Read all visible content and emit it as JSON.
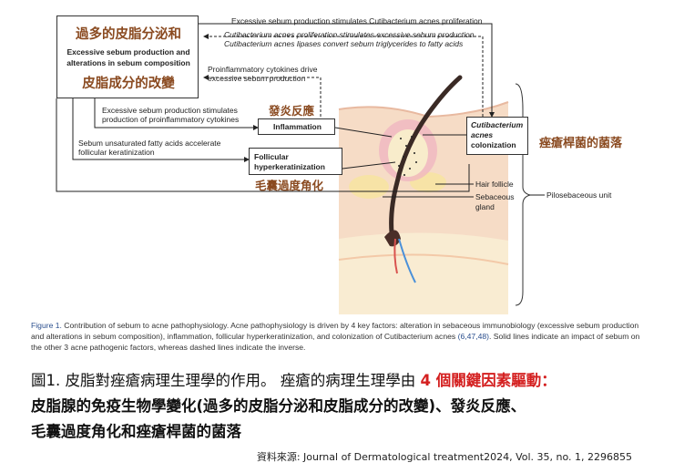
{
  "diagram": {
    "left_box": {
      "title_cn": "過多的皮脂分泌和",
      "line1": "Excessive sebum production and",
      "line2": "alterations in sebum composition",
      "subtitle_cn": "皮脂成分的改變"
    },
    "arrows": {
      "top1": "Excessive sebum production stimulates Cutibacterium acnes proliferation",
      "top2a": "Cutibacterium acnes proliferation stimulates excessive sebum production",
      "top2b": "Cutibacterium acnes lipases convert sebum triglycerides to fatty acids",
      "mid1a": "Proinflammatory cytokines drive",
      "mid1b": "excessive sebum production",
      "mid2a": "Excessive sebum production stimulates",
      "mid2b": "production of proinflammatory cytokines",
      "low1a": "Sebum unsaturated fatty acids accelerate",
      "low1b": "follicular keratinization"
    },
    "inflammation": {
      "cn": "發炎反應",
      "en": "Inflammation"
    },
    "follicular": {
      "line1": "Follicular",
      "line2": "hyperkeratinization",
      "cn": "毛囊過度角化"
    },
    "cutibacterium": {
      "line1": "Cutibacterium",
      "line2": "acnes",
      "line3": "colonization",
      "cn": "痤瘡桿菌的菌落"
    },
    "labels": {
      "hair_follicle": "Hair follicle",
      "sebaceous1": "Sebaceous",
      "sebaceous2": "gland",
      "pilosebaceous": "Pilosebaceous unit"
    }
  },
  "caption": {
    "fig_label": "Figure 1.",
    "text": " Contribution of sebum to acne pathophysiology. Acne pathophysiology is driven by 4 key factors: alteration in sebaceous immunobiology (excessive sebum production and alterations in sebum composition), inflammation, follicular hyperkeratinization, and colonization of Cutibacterium acnes ",
    "refs": "(6,47,48)",
    "text2": ". Solid lines indicate an impact of sebum on the other 3 acne pathogenic factors, whereas dashed lines indicate the inverse."
  },
  "chinese_caption": {
    "line1_prefix": "圖1. 皮脂對痤瘡病理生理學的作用。 痤瘡的病理生理學由 ",
    "line1_red": "4 個關鍵因素驅動：",
    "line2": "皮脂腺的免疫生物學變化(過多的皮脂分泌和皮脂成分的改變)、發炎反應、",
    "line3": "毛囊過度角化和痤瘡桿菌的菌落"
  },
  "source": "資料來源: Journal of Dermatological treatment2024, Vol. 35, no. 1, 2296855",
  "colors": {
    "brown_cn": "#8a4a20",
    "highlight_red": "#d42020",
    "figure_blue": "#2b4f8e"
  }
}
